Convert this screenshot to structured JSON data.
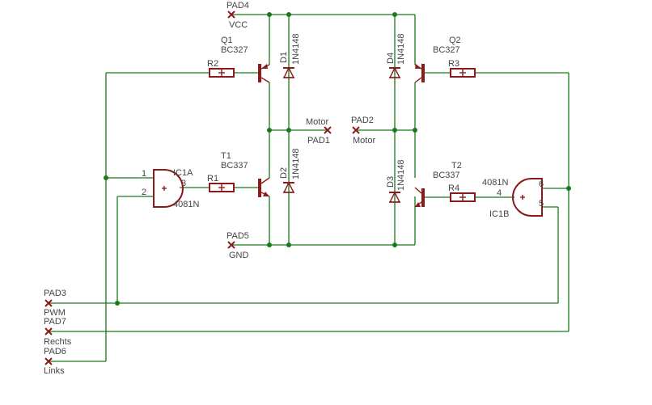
{
  "pads": {
    "pad4": {
      "name": "PAD4",
      "signal": "VCC"
    },
    "pad1": {
      "name": "PAD1",
      "signal": "Motor"
    },
    "pad2": {
      "name": "PAD2",
      "signal": "Motor"
    },
    "pad5": {
      "name": "PAD5",
      "signal": "GND"
    },
    "pad3": {
      "name": "PAD3",
      "signal": "PWM"
    },
    "pad7": {
      "name": "PAD7",
      "signal": "Rechts"
    },
    "pad6": {
      "name": "PAD6",
      "signal": "Links"
    }
  },
  "transistors": {
    "q1": {
      "ref": "Q1",
      "value": "BC327"
    },
    "q2": {
      "ref": "Q2",
      "value": "BC327"
    },
    "t1": {
      "ref": "T1",
      "value": "BC337"
    },
    "t2": {
      "ref": "T2",
      "value": "BC337"
    }
  },
  "diodes": {
    "d1": {
      "ref": "D1",
      "value": "1N4148"
    },
    "d2": {
      "ref": "D2",
      "value": "1N4148"
    },
    "d3": {
      "ref": "D3",
      "value": "1N4148"
    },
    "d4": {
      "ref": "D4",
      "value": "1N4148"
    }
  },
  "resistors": {
    "r1": {
      "ref": "R1"
    },
    "r2": {
      "ref": "R2"
    },
    "r3": {
      "ref": "R3"
    },
    "r4": {
      "ref": "R4"
    }
  },
  "gates": {
    "ic1a": {
      "ref": "IC1A",
      "value": "4081N",
      "pins": [
        "1",
        "2",
        "3"
      ]
    },
    "ic1b": {
      "ref": "IC1B",
      "value": "4081N",
      "pins": [
        "4",
        "5",
        "6"
      ]
    }
  },
  "colors": {
    "wire": "#1a7a1a",
    "component": "#8b1a1a",
    "label": "#444444"
  }
}
